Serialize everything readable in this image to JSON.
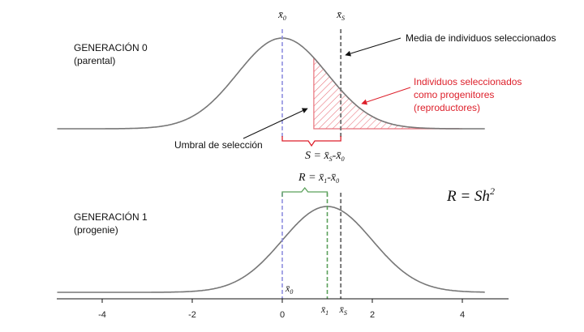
{
  "panels": [
    {
      "title": "GENERACIÓN 0",
      "subtitle": "(parental)"
    },
    {
      "title": "GENERACIÓN 1",
      "subtitle": "(progenie)"
    }
  ],
  "annotations": {
    "selected_mean": "Media de individuos seleccionados",
    "selected_individuals": [
      "Individuos seleccionados",
      "como progenitores",
      "(reproductores)"
    ],
    "threshold": "Umbral de selección"
  },
  "math": {
    "xbar": "x̄",
    "sub_0": "0",
    "sub_S": "S",
    "sub_1": "1",
    "S_lhs": "S",
    "R_lhs": "R",
    "equals": " = ",
    "minus": "-",
    "formula_main": "R = Sh",
    "formula_exp": "2"
  },
  "axis": {
    "ticks": [
      "-4",
      "-2",
      "0",
      "2",
      "4"
    ]
  },
  "colors": {
    "curve": "#777777",
    "mean_parent": "#8f8fe0",
    "mean_selected": "#777777",
    "mean_offspring": "#5aa05a",
    "selected_region": "#e8707a",
    "bracket_S": "#dd1f2a",
    "bracket_R": "#5aa05a",
    "annotation_red": "#dd1f2a"
  },
  "chart_data": {
    "type": "area",
    "distribution": "normal",
    "xlim": [
      -5,
      5
    ],
    "ticks": [
      -4,
      -2,
      0,
      2,
      4
    ],
    "generation_0": {
      "mean": 0,
      "sd": 1,
      "selection_threshold": 0.7,
      "selected_mean": 1.3
    },
    "generation_1": {
      "mean": 1.0,
      "sd": 1
    }
  }
}
